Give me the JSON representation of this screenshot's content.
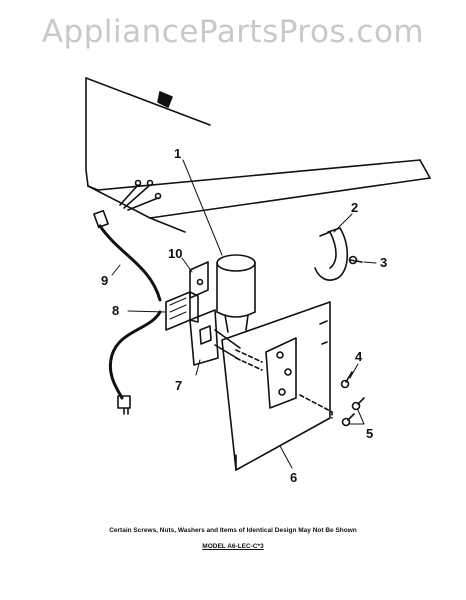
{
  "watermark": "AppliancePartsPros.com",
  "callouts": [
    "1",
    "2",
    "3",
    "4",
    "5",
    "6",
    "7",
    "8",
    "9",
    "10"
  ],
  "footer": {
    "note": "Certain Screws, Nuts, Washers and Items of Identical Design May Not Be Shown",
    "model": "MODEL A6-LEC-C*3"
  }
}
